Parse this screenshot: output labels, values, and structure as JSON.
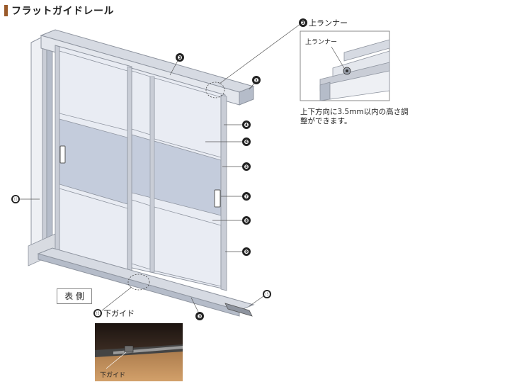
{
  "title": "フラットガイドレール",
  "callouts": {
    "c1": "❶",
    "c2": "❷",
    "c3": "❸",
    "c4": "❹",
    "c5": "❺",
    "c6": "❻",
    "c7": "❼",
    "c8": "❽",
    "c9": "❾",
    "c15": "⓯",
    "c16": "⓰",
    "c18": "⓲"
  },
  "labels": {
    "upper_runner": "上ランナー",
    "upper_runner_detail": "上ランナー",
    "lower_guide": "下ガイド",
    "lower_guide_photo": "下ガイド",
    "front_side": "表 側"
  },
  "notes": {
    "height_adjust": "上下方向に3.5mm以内の高さ調整ができます。"
  },
  "colors": {
    "accent": "#9a5a2a",
    "frame": "#c9cdd6",
    "frame_dark": "#8e949f",
    "glass": "#e9ecf3",
    "panel_tinted": "#c4ccdc",
    "floor_wood": "#c7955a",
    "floor_dark": "#2b2019"
  }
}
